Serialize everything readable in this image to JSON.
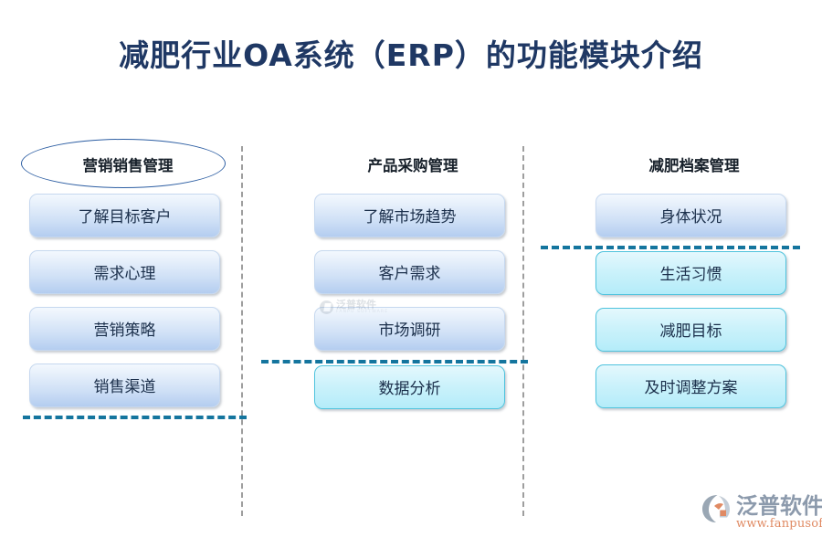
{
  "page": {
    "title": "减肥行业OA系统（ERP）的功能模块介绍",
    "title_color": "#1F3864",
    "background": "#FFFFFF"
  },
  "watermark": {
    "cn": "泛普软件",
    "en": "FANPU SOFTWARE"
  },
  "brand_logo": {
    "name_cn": "泛普软件",
    "url": "www.fanpusoft.com",
    "name_color": "#8C9AAC",
    "url_color": "#E08A63",
    "icon": "fanpu-logo-icon"
  },
  "separators": {
    "vertical_color": "#9E9E9E",
    "horizontal_color": "#14759E"
  },
  "columns": [
    {
      "id": "marketing-sales",
      "header": "营销销售管理",
      "highlighted_header": true,
      "header_shape": "ellipse",
      "items": [
        {
          "label": "了解目标客户",
          "style": "blue"
        },
        {
          "label": "需求心理",
          "style": "blue"
        },
        {
          "label": "营销策略",
          "style": "blue"
        },
        {
          "label": "销售渠道",
          "style": "blue"
        }
      ]
    },
    {
      "id": "product-purchasing",
      "header": "产品采购管理",
      "highlighted_header": false,
      "header_shape": "none",
      "items": [
        {
          "label": "了解市场趋势",
          "style": "blue"
        },
        {
          "label": "客户需求",
          "style": "blue"
        },
        {
          "label": "市场调研",
          "style": "blue"
        },
        {
          "label": "数据分析",
          "style": "cyan"
        }
      ]
    },
    {
      "id": "weightloss-records",
      "header": "减肥档案管理",
      "highlighted_header": false,
      "header_shape": "none",
      "items": [
        {
          "label": "身体状况",
          "style": "blue"
        },
        {
          "label": "生活习惯",
          "style": "cyan"
        },
        {
          "label": "减肥目标",
          "style": "cyan"
        },
        {
          "label": "及时调整方案",
          "style": "cyan"
        }
      ]
    }
  ]
}
